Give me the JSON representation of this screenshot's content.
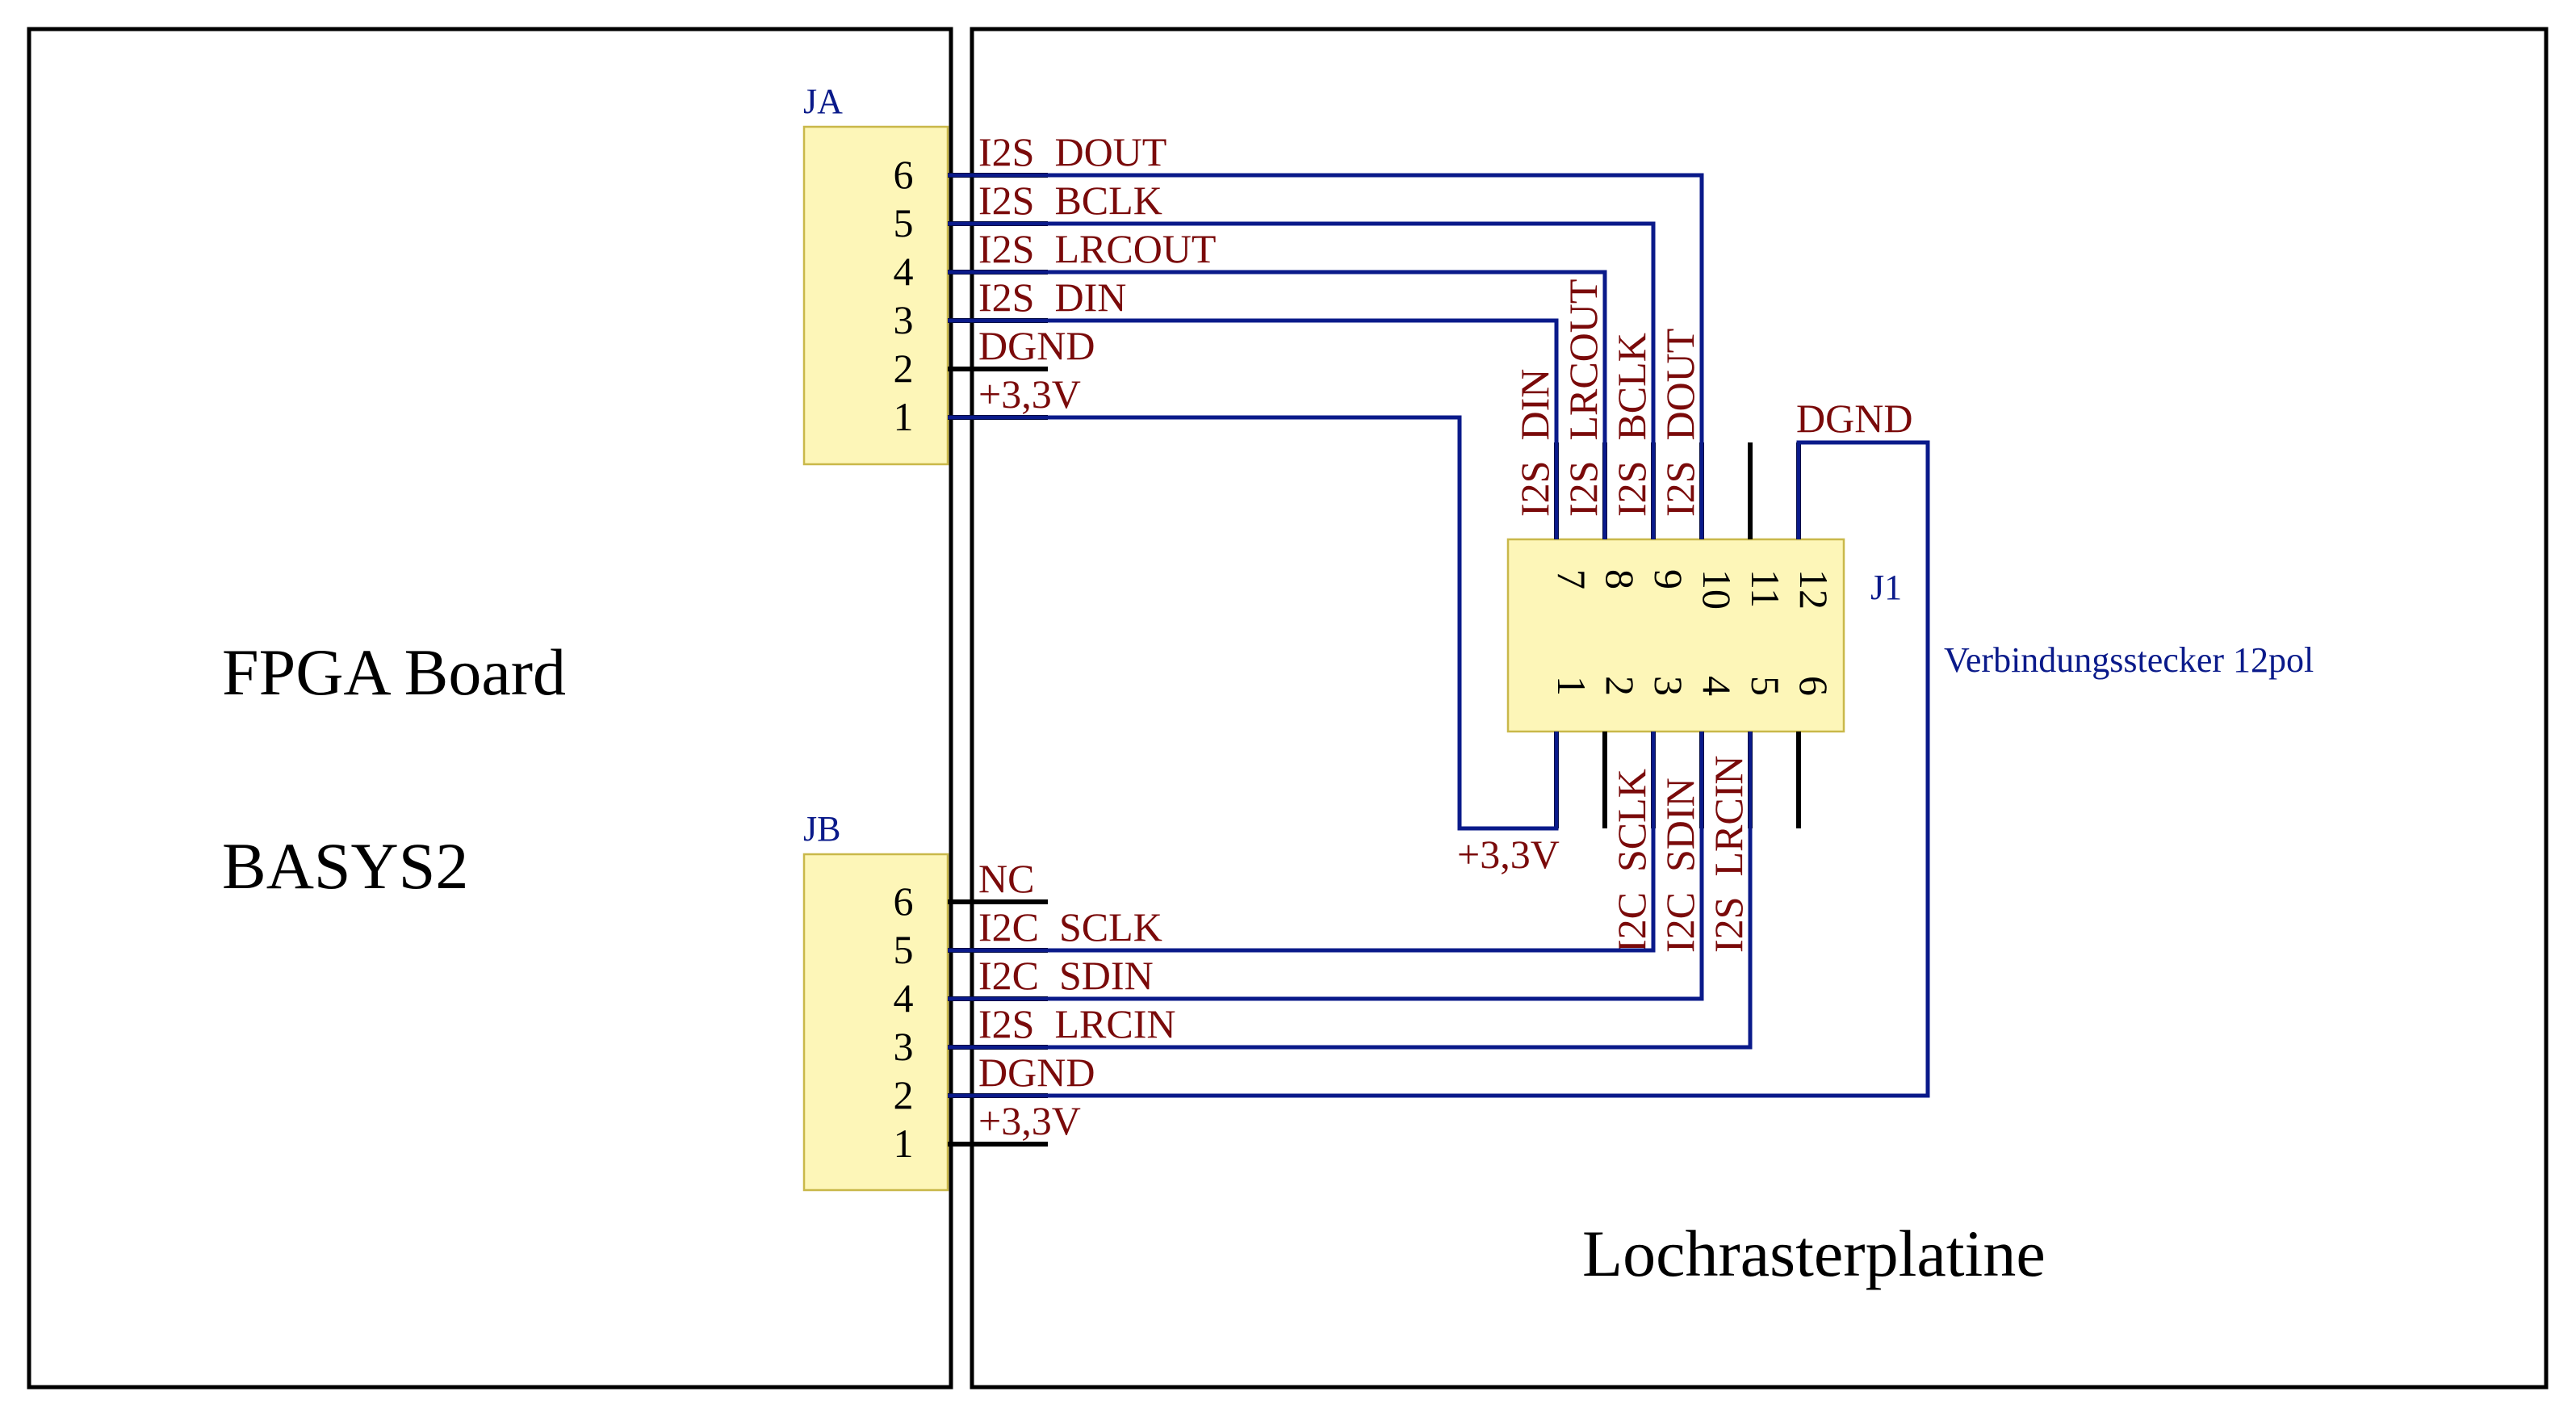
{
  "boards": {
    "fpga_title": "FPGA Board",
    "fpga_subtitle": "BASYS2",
    "proto_title": "Lochrasterplatine"
  },
  "connectors": {
    "ja": {
      "designator": "JA",
      "pins": [
        "6",
        "5",
        "4",
        "3",
        "2",
        "1"
      ],
      "nets": [
        "I2S  DOUT",
        "I2S  BCLK",
        "I2S  LRCOUT",
        "I2S  DIN",
        "DGND",
        "+3,3V"
      ]
    },
    "jb": {
      "designator": "JB",
      "pins": [
        "6",
        "5",
        "4",
        "3",
        "2",
        "1"
      ],
      "nets": [
        "NC",
        "I2C  SCLK",
        "I2C  SDIN",
        "I2S  LRCIN",
        "DGND",
        "+3,3V"
      ]
    },
    "j1": {
      "designator": "J1",
      "description": "Verbindungsstecker 12pol",
      "top_pins": [
        "7",
        "8",
        "9",
        "10",
        "11",
        "12"
      ],
      "bottom_pins": [
        "1",
        "2",
        "3",
        "4",
        "5",
        "6"
      ],
      "top_nets": [
        "I2S  DIN",
        "I2S  LRCOUT",
        "I2S  BCLK",
        "I2S  DOUT"
      ],
      "bottom_nets": [
        "I2C  SCLK",
        "I2C  SDIN",
        "I2S  LRCIN"
      ],
      "dgnd_label": "DGND",
      "power_label": "+3,3V"
    }
  },
  "colors": {
    "wire": "#0a1a8a",
    "net_label": "#7a0a0a",
    "connector_fill": "#fdf6b8"
  }
}
